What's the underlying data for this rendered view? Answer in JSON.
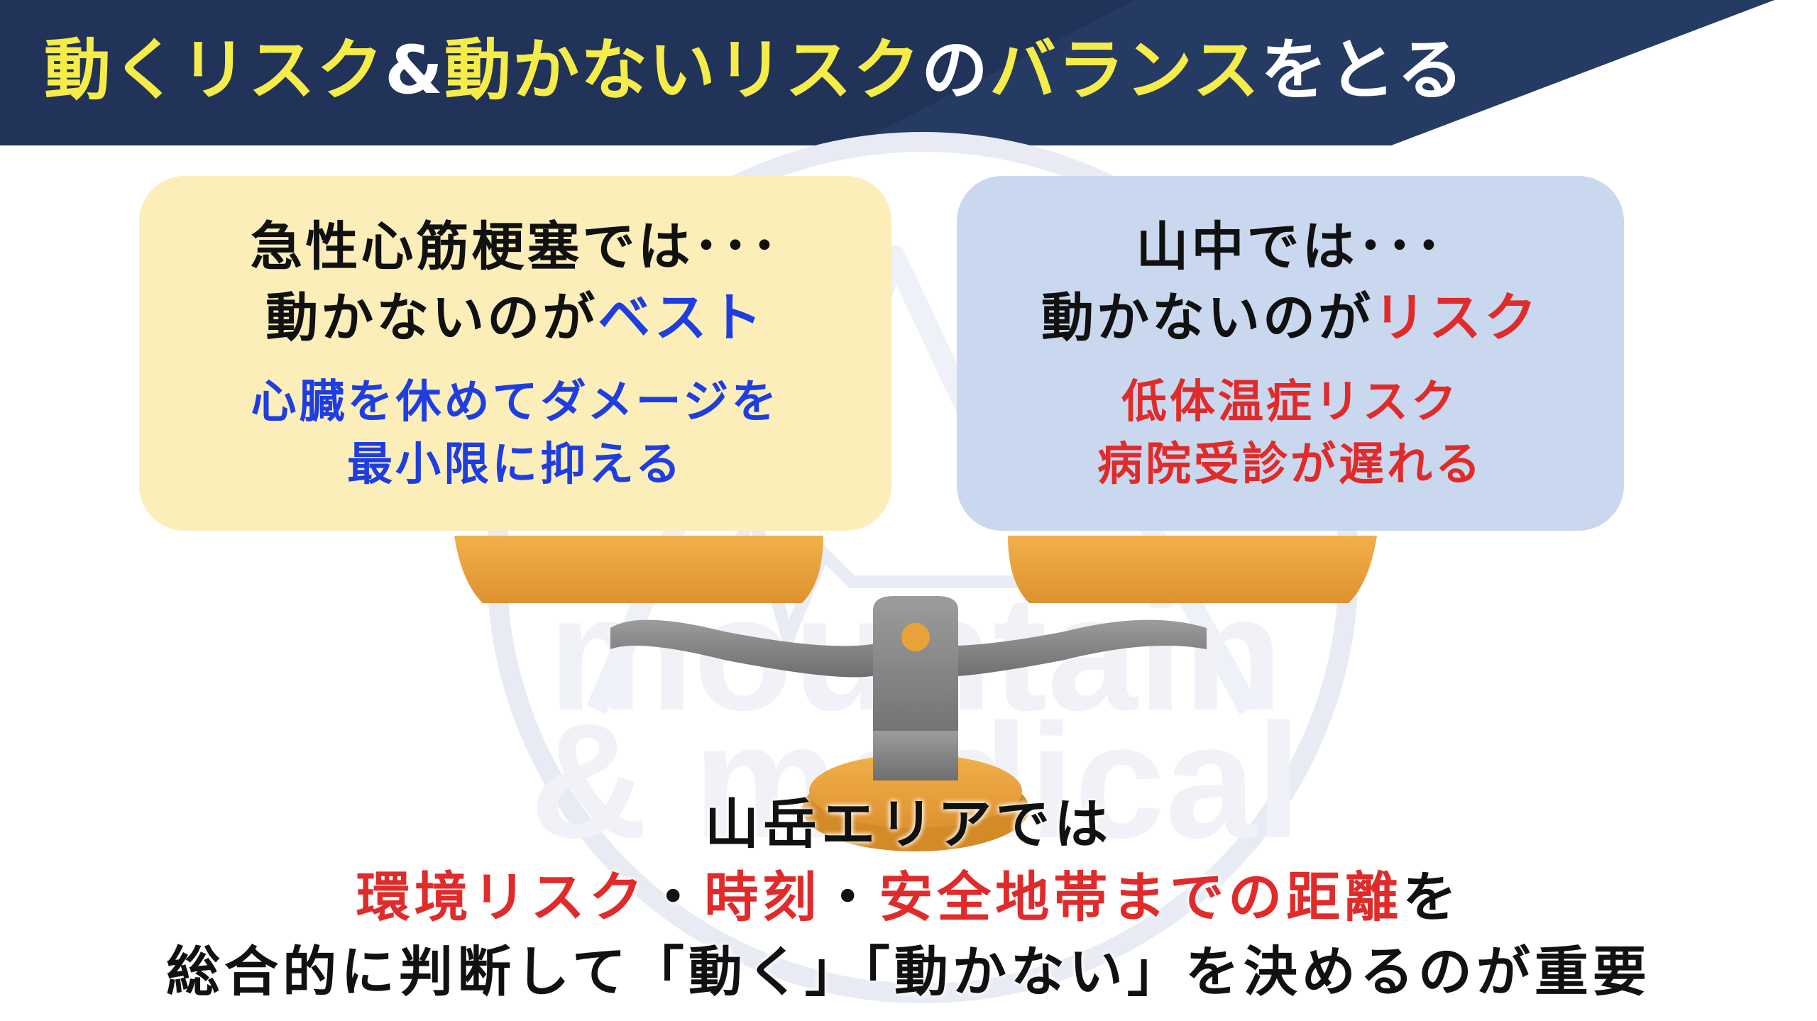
{
  "colors": {
    "header_bg": "#213358",
    "title_yellow": "#f5ec4a",
    "title_white": "#ffffff",
    "left_box_bg": "#fbeeb9",
    "right_box_bg": "#c9d8ee",
    "accent_blue": "#1f3ee0",
    "accent_red": "#e02b2b",
    "scale_orange": "#e9a23a",
    "scale_gray": "#8a8a8a"
  },
  "header": {
    "title_parts": [
      {
        "text": "動くリスク",
        "color": "yellow"
      },
      {
        "text": "&",
        "color": "white"
      },
      {
        "text": "動かないリスク",
        "color": "yellow"
      },
      {
        "text": "の",
        "color": "white"
      },
      {
        "text": "バランス",
        "color": "yellow"
      },
      {
        "text": "をとる",
        "color": "white"
      }
    ]
  },
  "left_box": {
    "line1": "急性心筋梗塞では･･･",
    "line2_prefix": "動かないのが",
    "line2_highlight": "ベスト",
    "line3": "心臓を休めてダメージを",
    "line4": "最小限に抑える"
  },
  "right_box": {
    "line1": "山中では･･･",
    "line2_prefix": "動かないのが",
    "line2_highlight": "リスク",
    "line3": "低体温症リスク",
    "line4": "病院受診が遅れる"
  },
  "illustration": {
    "icon": "balance-scale-icon",
    "watermark": "mountain-medical-logo-watermark",
    "watermark_text_1": "mountain",
    "watermark_text_2": "& medical"
  },
  "conclusion": {
    "line1": "山岳エリアでは",
    "line2_parts": [
      {
        "text": "環境リスク",
        "color": "red"
      },
      {
        "text": "・",
        "color": "black"
      },
      {
        "text": "時刻",
        "color": "red"
      },
      {
        "text": "・",
        "color": "black"
      },
      {
        "text": "安全地帯までの距離",
        "color": "red"
      },
      {
        "text": "を",
        "color": "black"
      }
    ],
    "line3": "総合的に判断して「動く」「動かない」を決めるのが重要"
  }
}
